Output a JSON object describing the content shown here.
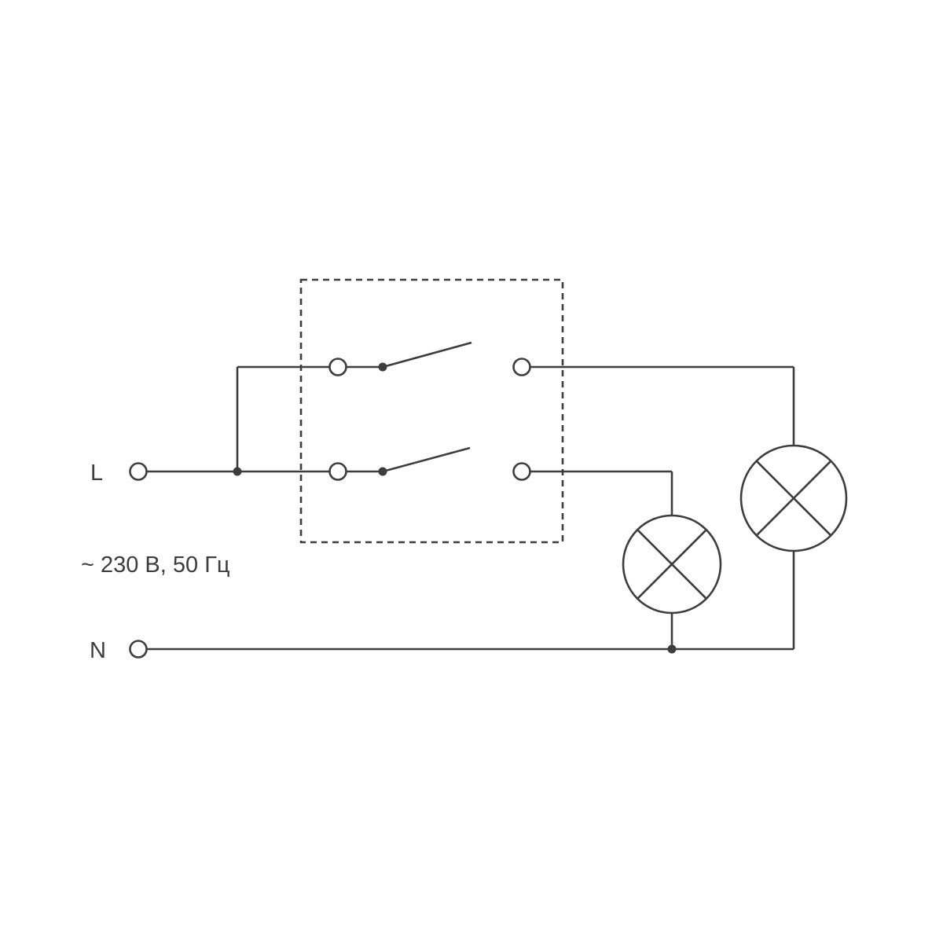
{
  "diagram": {
    "type": "electrical-wiring-schematic",
    "title": "Two-gang switch wiring diagram",
    "labels": {
      "line_terminal": "L",
      "neutral_terminal": "N",
      "voltage_rating": "~ 230 В, 50 Гц"
    },
    "colors": {
      "stroke": "#3d3d3d",
      "background": "#ffffff"
    },
    "components": {
      "switch_enclosure": "two-gang-switch-dashed-box",
      "switches": [
        "switch-1-top",
        "switch-2-bottom"
      ],
      "lamps": [
        "lamp-1-top",
        "lamp-2-bottom"
      ],
      "terminals": [
        "L-terminal",
        "N-terminal"
      ],
      "junctions": [
        "L-branch-junction",
        "N-lamp-junction"
      ]
    }
  }
}
